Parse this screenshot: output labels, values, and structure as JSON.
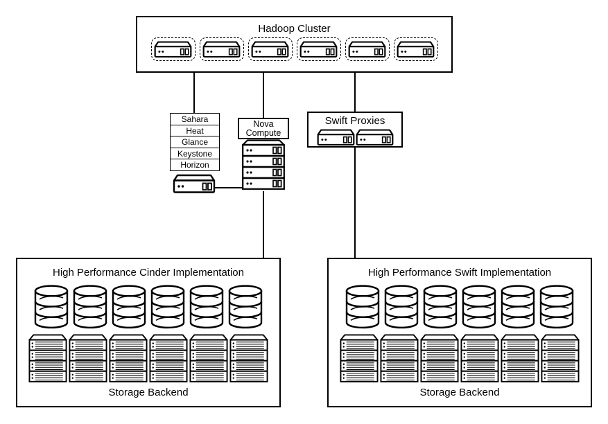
{
  "colors": {
    "stroke": "#000000",
    "background": "#ffffff"
  },
  "hadoop_cluster": {
    "title": "Hadoop Cluster",
    "server_count": 6
  },
  "controller": {
    "services": [
      "Sahara",
      "Heat",
      "Glance",
      "Keystone",
      "Horizon"
    ],
    "server_count": 1
  },
  "nova_compute": {
    "label": "Nova Compute",
    "server_count": 4
  },
  "swift_proxies": {
    "title": "Swift Proxies",
    "server_count": 2
  },
  "cinder_backend": {
    "title": "High Performance Cinder Implementation",
    "footer_label": "Storage Backend",
    "disk_stack_count": 6,
    "storage_array_count": 6
  },
  "swift_backend": {
    "title": "High Performance Swift Implementation",
    "footer_label": "Storage Backend",
    "disk_stack_count": 6,
    "storage_array_count": 6
  }
}
